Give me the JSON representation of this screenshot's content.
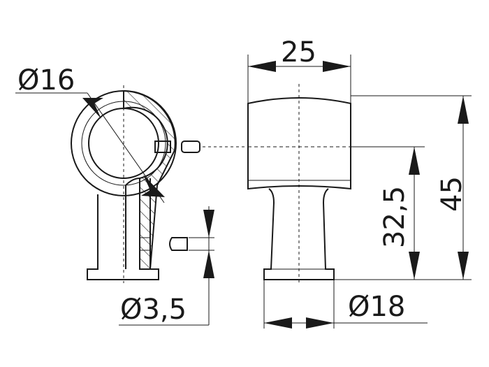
{
  "dimensions": {
    "hole_diameter": "Ø16",
    "screw_diameter": "Ø3,5",
    "top_width": "25",
    "base_diameter": "Ø18",
    "center_height": "32,5",
    "total_height": "45"
  },
  "colors": {
    "line": "#1a1a1a",
    "background": "#ffffff"
  }
}
